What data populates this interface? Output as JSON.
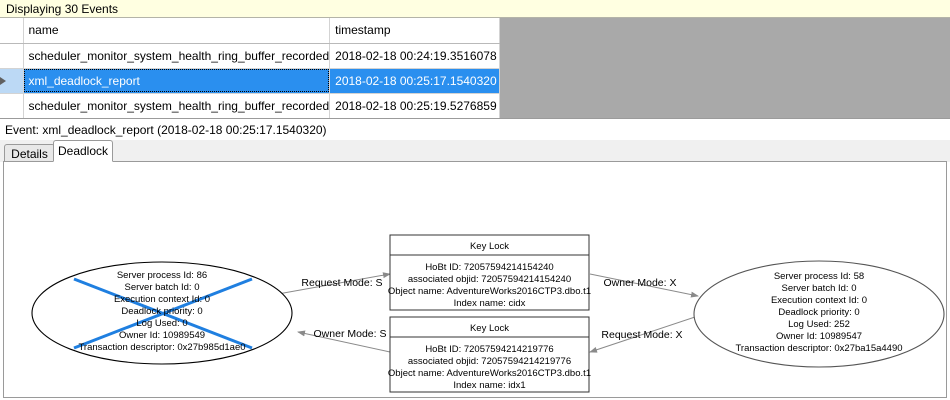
{
  "banner": {
    "text": "Displaying 30 Events"
  },
  "grid": {
    "columns": [
      "",
      "name",
      "timestamp"
    ],
    "rows": [
      {
        "selector": "",
        "name": "scheduler_monitor_system_health_ring_buffer_recorded",
        "timestamp": "2018-02-18 00:24:19.3516078",
        "selected": false
      },
      {
        "selector": "row-arrow-icon",
        "name": "xml_deadlock_report",
        "timestamp": "2018-02-18 00:25:17.1540320",
        "selected": true
      },
      {
        "selector": "",
        "name": "scheduler_monitor_system_health_ring_buffer_recorded",
        "timestamp": "2018-02-18 00:25:19.5276859",
        "selected": false
      }
    ]
  },
  "event_header": {
    "text": "Event: xml_deadlock_report (2018-02-18 00:25:17.1540320)"
  },
  "tabs": [
    {
      "label": "Details",
      "active": false
    },
    {
      "label": "Deadlock",
      "active": true
    }
  ],
  "deadlock_graph": {
    "victim_marker_color": "#1f7fe0",
    "process_left": {
      "is_victim": true,
      "lines": [
        "Server process Id: 86",
        "Server batch Id: 0",
        "Execution context Id: 0",
        "Deadlock priority: 0",
        "Log Used: 0",
        "Owner Id: 10989549",
        "Transaction descriptor: 0x27b985d1ae0"
      ]
    },
    "process_right": {
      "is_victim": false,
      "lines": [
        "Server process Id: 58",
        "Server batch Id: 0",
        "Execution context Id: 0",
        "Deadlock priority: 0",
        "Log Used: 252",
        "Owner Id: 10989547",
        "Transaction descriptor: 0x27ba15a4490"
      ]
    },
    "resource_top": {
      "title": "Key Lock",
      "lines": [
        "HoBt ID: 72057594214154240",
        "associated objid: 72057594214154240",
        "Object name: AdventureWorks2016CTP3.dbo.t1",
        "Index name: cidx"
      ]
    },
    "resource_bottom": {
      "title": "Key Lock",
      "lines": [
        "HoBt ID: 72057594214219776",
        "associated objid: 72057594214219776",
        "Object name: AdventureWorks2016CTP3.dbo.t1",
        "Index name: idx1"
      ]
    },
    "edges": [
      {
        "id": "left-request-top",
        "label": "Request Mode: S"
      },
      {
        "id": "left-owner-bottom",
        "label": "Owner Mode: S"
      },
      {
        "id": "right-owner-top",
        "label": "Owner Mode: X"
      },
      {
        "id": "right-request-bottom",
        "label": "Request Mode: X"
      }
    ]
  }
}
